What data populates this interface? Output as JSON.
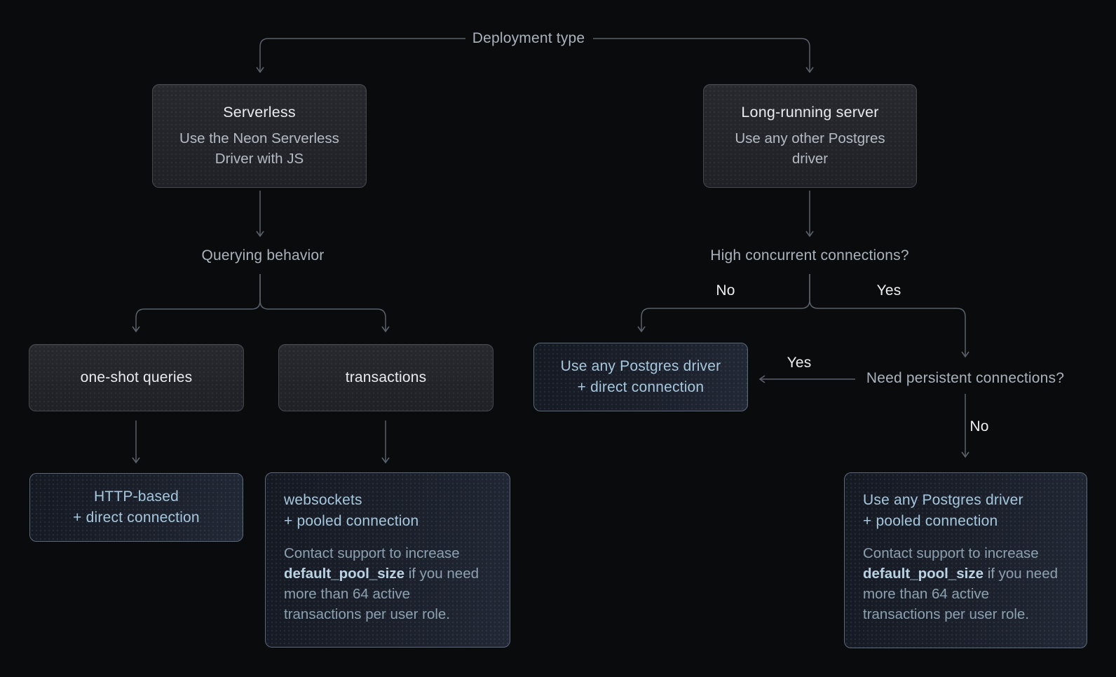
{
  "colors": {
    "background": "#0a0b0d",
    "connector": "#5a626c",
    "box_gray_bg": "#232529",
    "box_gray_border": "#45494f",
    "box_blue_border": "#5c6b7b",
    "text_primary": "#e9ebee",
    "text_secondary": "#b4bbc3",
    "text_question": "#aab3bd",
    "text_blue": "#a6c8df",
    "text_note": "#8ca1b1",
    "text_note_bold": "#b9d3e4"
  },
  "root": {
    "label": "Deployment type"
  },
  "serverless": {
    "title": "Serverless",
    "subtitle_lines": [
      "Use the Neon Serverless",
      "Driver with JS"
    ]
  },
  "long_running": {
    "title": "Long-running server",
    "subtitle_lines": [
      "Use any other Postgres",
      "driver"
    ]
  },
  "querying": {
    "label": "Querying behavior"
  },
  "one_shot": {
    "label": "one-shot queries"
  },
  "transactions": {
    "label": "transactions"
  },
  "http_based": {
    "lines": [
      "HTTP-based",
      "+ direct connection"
    ]
  },
  "websockets": {
    "lines": [
      "websockets",
      "+ pooled connection"
    ]
  },
  "high_concurrent": {
    "label": "High concurrent connections?",
    "edge_no": "No",
    "edge_yes": "Yes"
  },
  "direct_driver": {
    "lines": [
      "Use any Postgres driver",
      "+ direct connection"
    ]
  },
  "persistent": {
    "label": "Need persistent connections?",
    "edge_yes": "Yes",
    "edge_no": "No"
  },
  "pooled_driver": {
    "lines": [
      "Use any Postgres driver",
      "+ pooled connection"
    ]
  },
  "support_note": {
    "prefix": "Contact support to increase ",
    "code": "default_pool_size",
    "suffix": " if you need more than 64 active transactions per user role."
  }
}
